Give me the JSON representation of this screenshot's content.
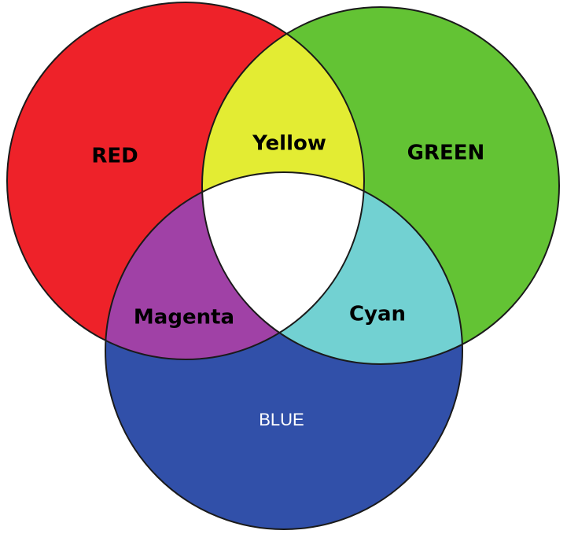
{
  "diagram": {
    "type": "venn",
    "sets": [
      {
        "id": "red",
        "label": "RED",
        "color": "#ee2229"
      },
      {
        "id": "green",
        "label": "GREEN",
        "color": "#63c334"
      },
      {
        "id": "blue",
        "label": "BLUE",
        "color": "#3150a9"
      }
    ],
    "intersections": [
      {
        "id": "yellow",
        "sets": [
          "red",
          "green"
        ],
        "label": "Yellow",
        "color": "#e3ec33"
      },
      {
        "id": "magenta",
        "sets": [
          "red",
          "blue"
        ],
        "label": "Magenta",
        "color": "#a041a6"
      },
      {
        "id": "cyan",
        "sets": [
          "green",
          "blue"
        ],
        "label": "Cyan",
        "color": "#72d1d2"
      },
      {
        "id": "white",
        "sets": [
          "red",
          "green",
          "blue"
        ],
        "label": "",
        "color": "#ffffff"
      }
    ]
  }
}
